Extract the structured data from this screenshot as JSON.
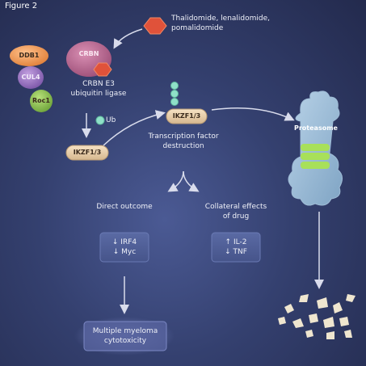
{
  "figure_label": "Figure 2",
  "drug_label": "Thalidomide, lenalidomide,\npomalidomide",
  "complex": {
    "ddb1": "DDB1",
    "crbn": "CRBN",
    "cul4": "CUL4",
    "roc1": "Roc1",
    "caption": "CRBN E3\nubiquitin ligase"
  },
  "ub_label": "Ub",
  "ikzf_low": "IKZF1/3",
  "ikzf_high": "IKZF1/3",
  "destruction_label": "Transcription factor\ndestruction",
  "proteasome_label": "Proteasome",
  "direct_outcome": {
    "title": "Direct outcome",
    "items": "↓ IRF4\n↓ Myc"
  },
  "collateral": {
    "title": "Collateral effects\nof drug",
    "items": "↑ IL-2\n↓ TNF"
  },
  "myeloma_label": "Multiple myeloma\ncytotoxicity"
}
